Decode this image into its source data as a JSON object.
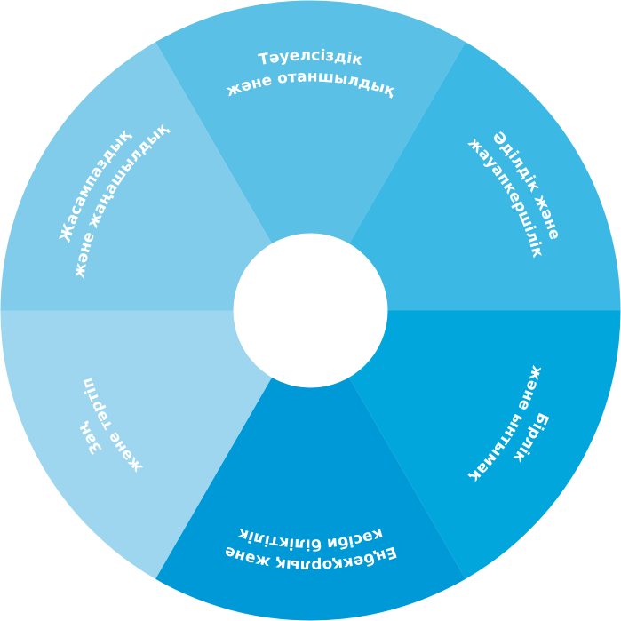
{
  "diagram": {
    "type": "values-wheel",
    "segments": [
      {
        "id": "independence",
        "lines": [
          "Тәуелсіздік",
          "және отаншылдық"
        ],
        "color": "#5BC0E6"
      },
      {
        "id": "justice",
        "lines": [
          "Әділдік және",
          "жауапкершілік"
        ],
        "color": "#3CB8E5"
      },
      {
        "id": "unity",
        "lines": [
          "Бірлік",
          "және ынтымақ"
        ],
        "color": "#00A6DC"
      },
      {
        "id": "diligence",
        "lines": [
          "Еңбекқорлық және",
          "кәсіби біліктілік"
        ],
        "color": "#0099D8"
      },
      {
        "id": "law",
        "lines": [
          "Заң",
          "және тәртіп"
        ],
        "color": "#9ED6EF"
      },
      {
        "id": "creativity",
        "lines": [
          "Жасампаздық",
          "және жаңашылдық"
        ],
        "color": "#81CCEB"
      }
    ],
    "center_color": "#FFFFFF",
    "text_color": "#FFFFFF"
  }
}
